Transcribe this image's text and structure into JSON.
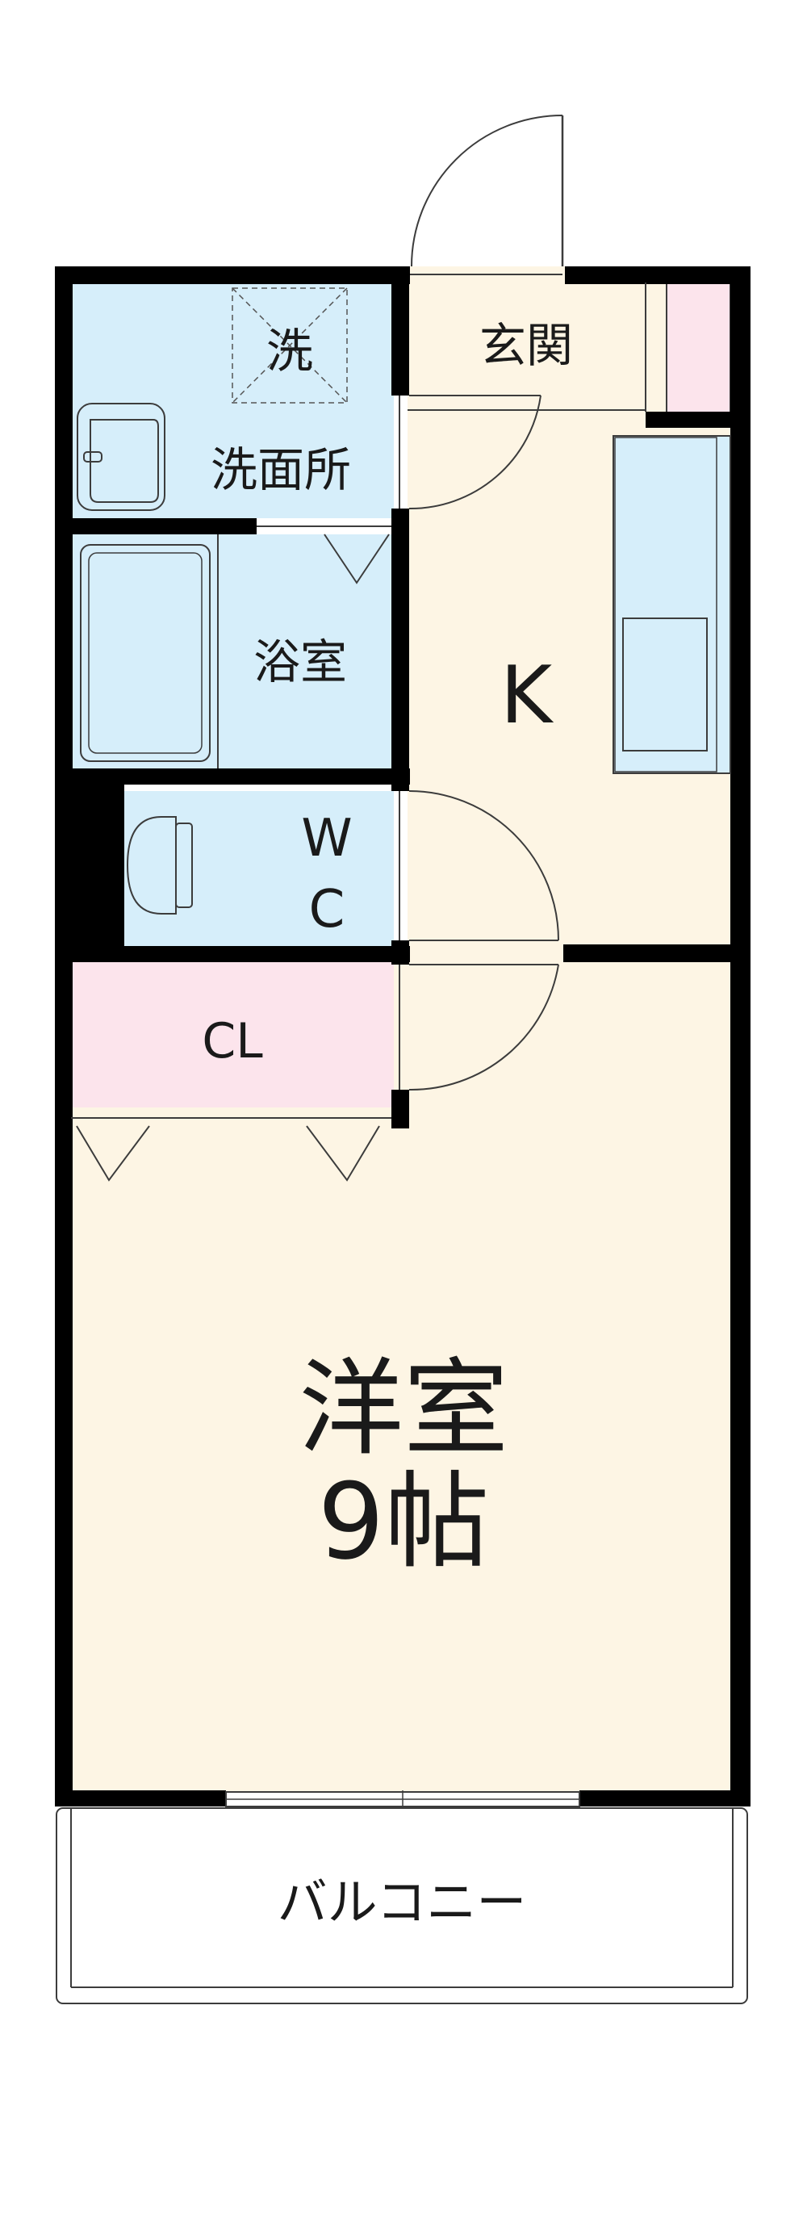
{
  "rooms": {
    "laundry": "洗",
    "washroom": "洗面所",
    "entrance": "玄関",
    "bath": "浴室",
    "kitchen": "K",
    "wc_line1": "W",
    "wc_line2": "C",
    "closet": "CL",
    "western_line1": "洋室",
    "western_line2": "9帖",
    "balcony": "バルコニー"
  },
  "colors": {
    "wall": "#000000",
    "wet_area": "#d6eefa",
    "floor": "#fdf5e4",
    "storage": "#fce4ec",
    "line": "#3c3c3c"
  }
}
